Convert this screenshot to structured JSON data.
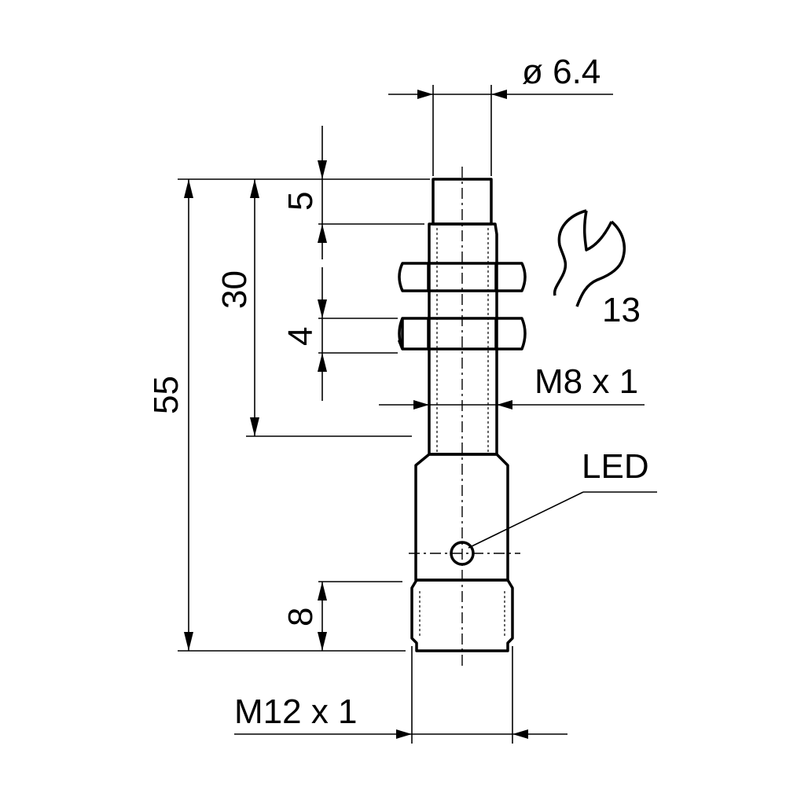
{
  "dimensions": {
    "diameter": "ø 6.4",
    "tip_length": "5",
    "thread_length": "30",
    "total_length": "55",
    "nut_thickness": "4",
    "connector_length": "8"
  },
  "threads": {
    "front_thread": "M8 x 1",
    "connector_thread": "M12 x 1"
  },
  "callouts": {
    "led": "LED",
    "wrench_size": "13"
  },
  "icons": [
    "wrench-icon"
  ]
}
